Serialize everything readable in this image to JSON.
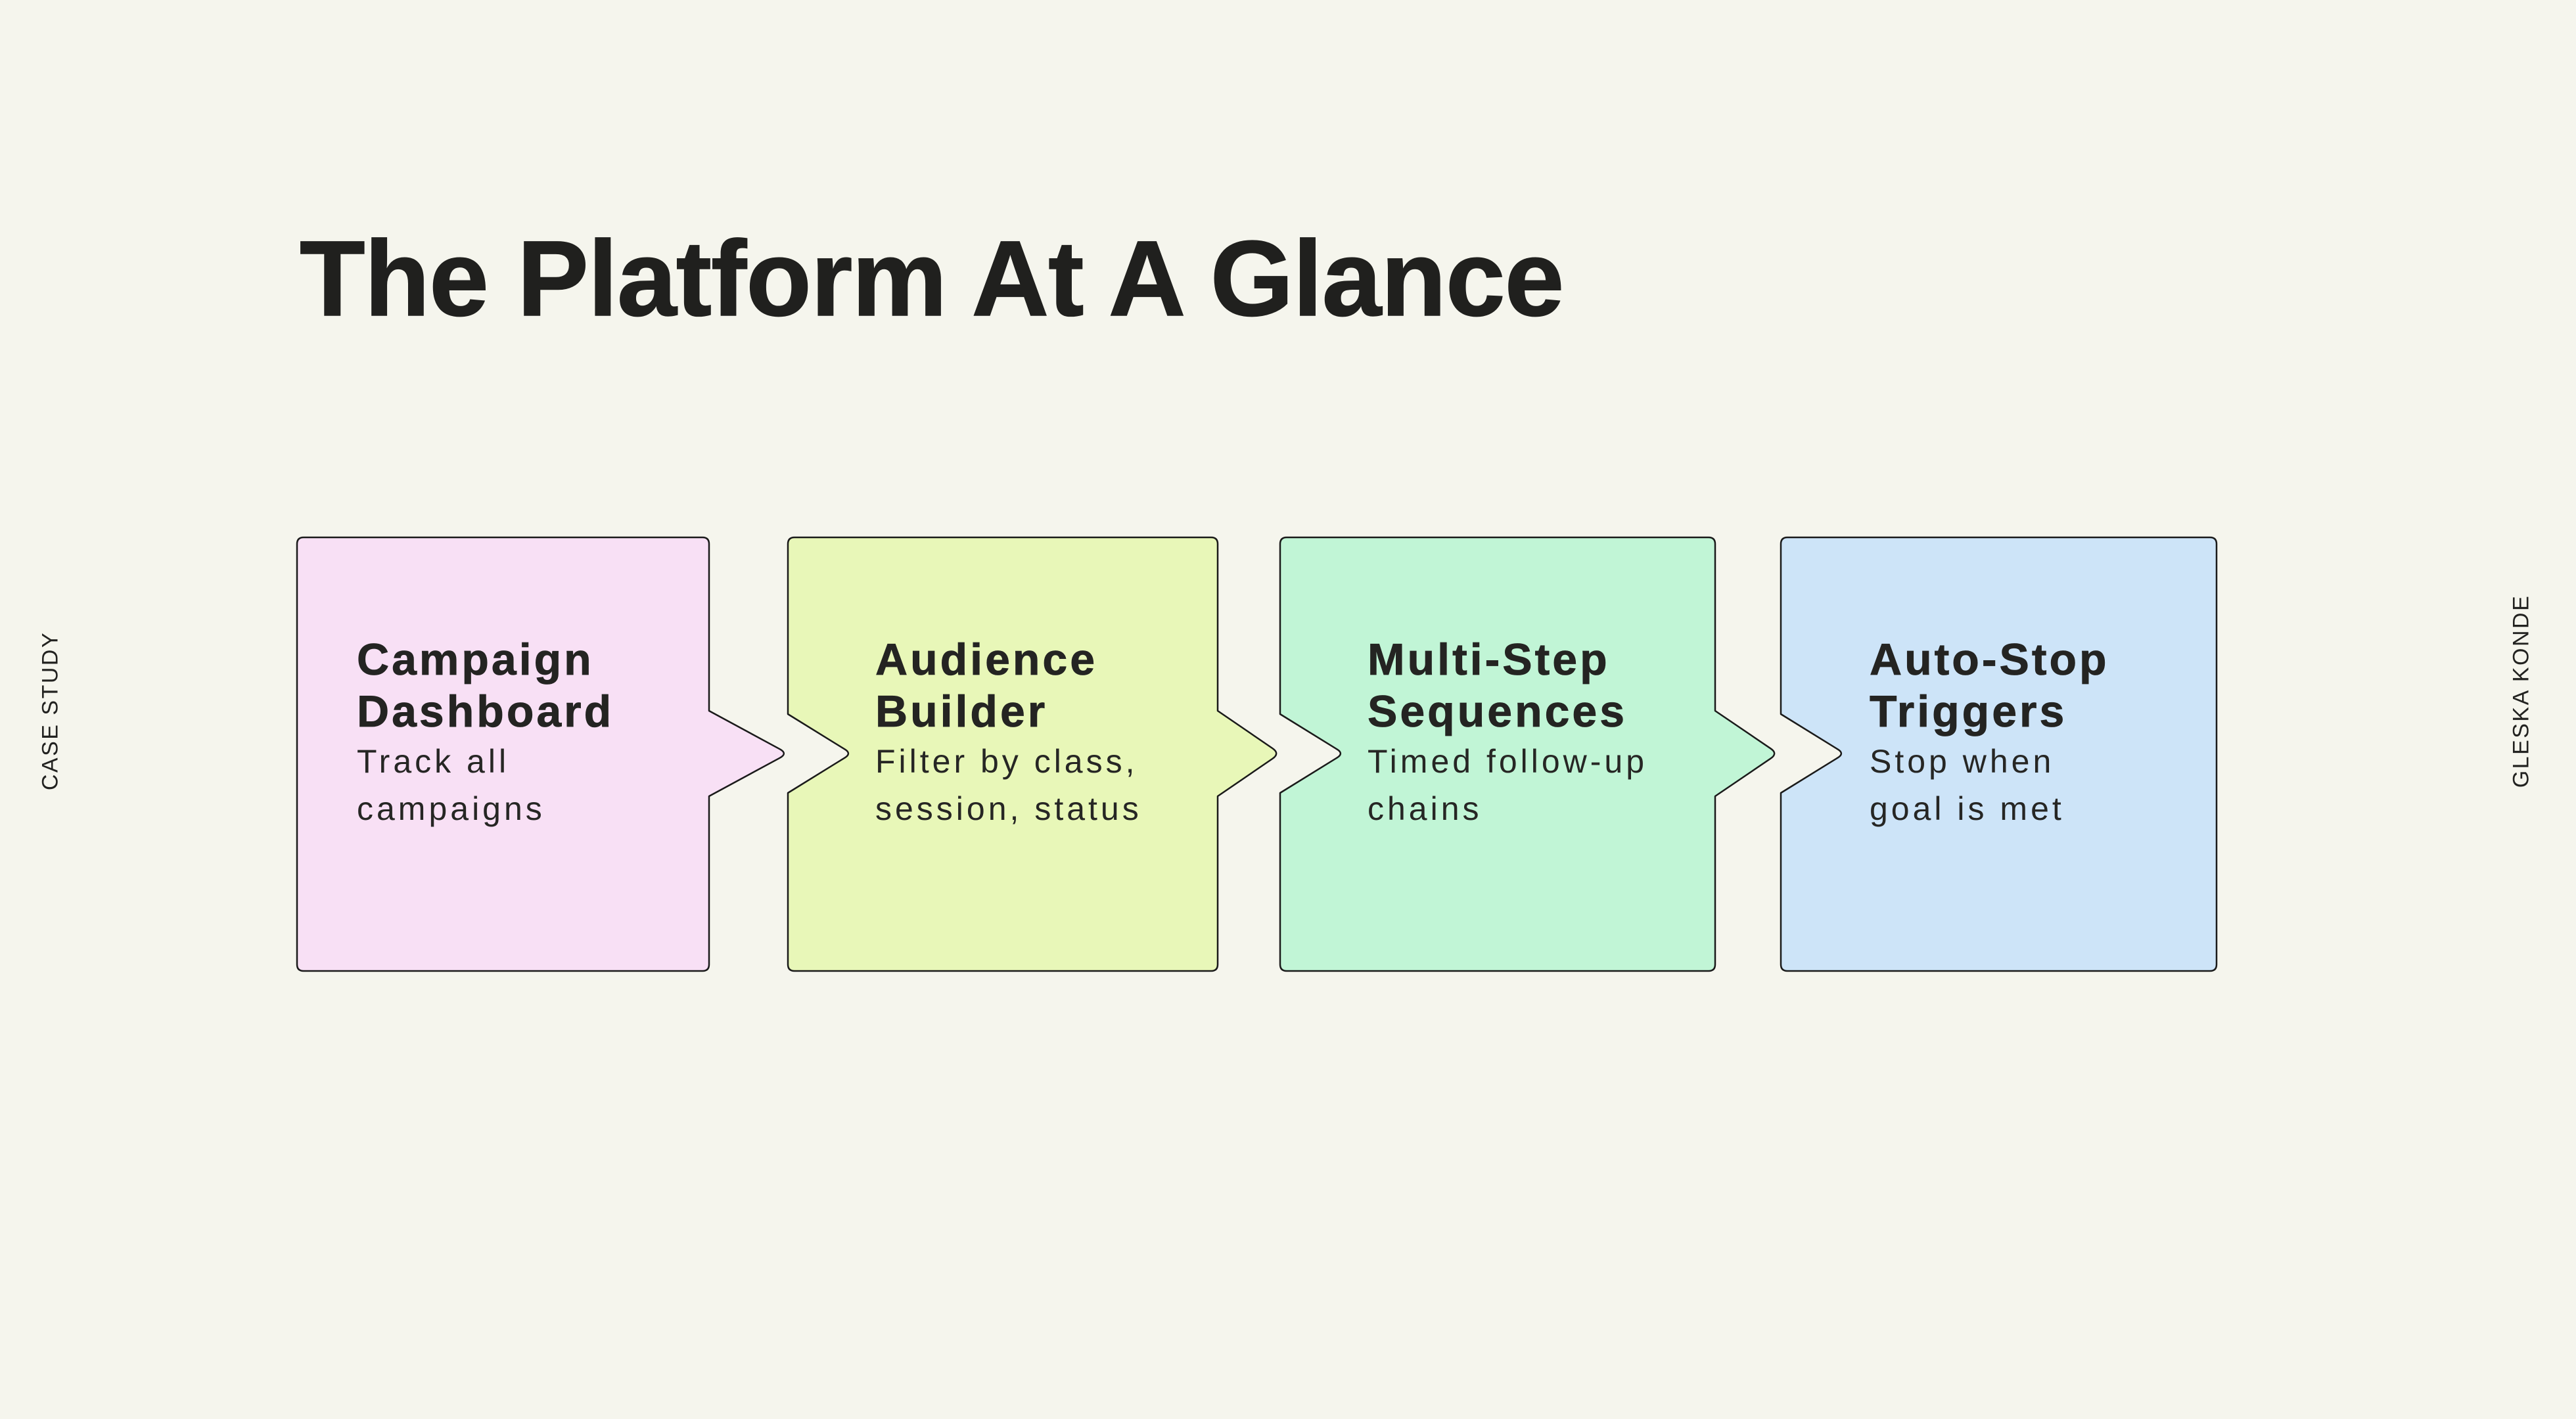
{
  "slide": {
    "title": "The Platform At A Glance",
    "left_label": "CASE STUDY",
    "right_label": "GLESKA KONDE",
    "colors": {
      "background": "#F5F5ED",
      "ink": "#20201E",
      "outline": "#1A1A1A"
    },
    "steps": [
      {
        "heading": "Campaign\nDashboard",
        "body": "Track all\ncampaigns",
        "fill": "#F8E0F5"
      },
      {
        "heading": "Audience\nBuilder",
        "body": "Filter by class,\nsession, status",
        "fill": "#E8F7B8"
      },
      {
        "heading": "Multi-Step\nSequences",
        "body": "Timed follow-up\nchains",
        "fill": "#C1F5D6"
      },
      {
        "heading": "Auto-Stop\nTriggers",
        "body": "Stop when\ngoal is met",
        "fill": "#CDE4F8"
      }
    ]
  }
}
